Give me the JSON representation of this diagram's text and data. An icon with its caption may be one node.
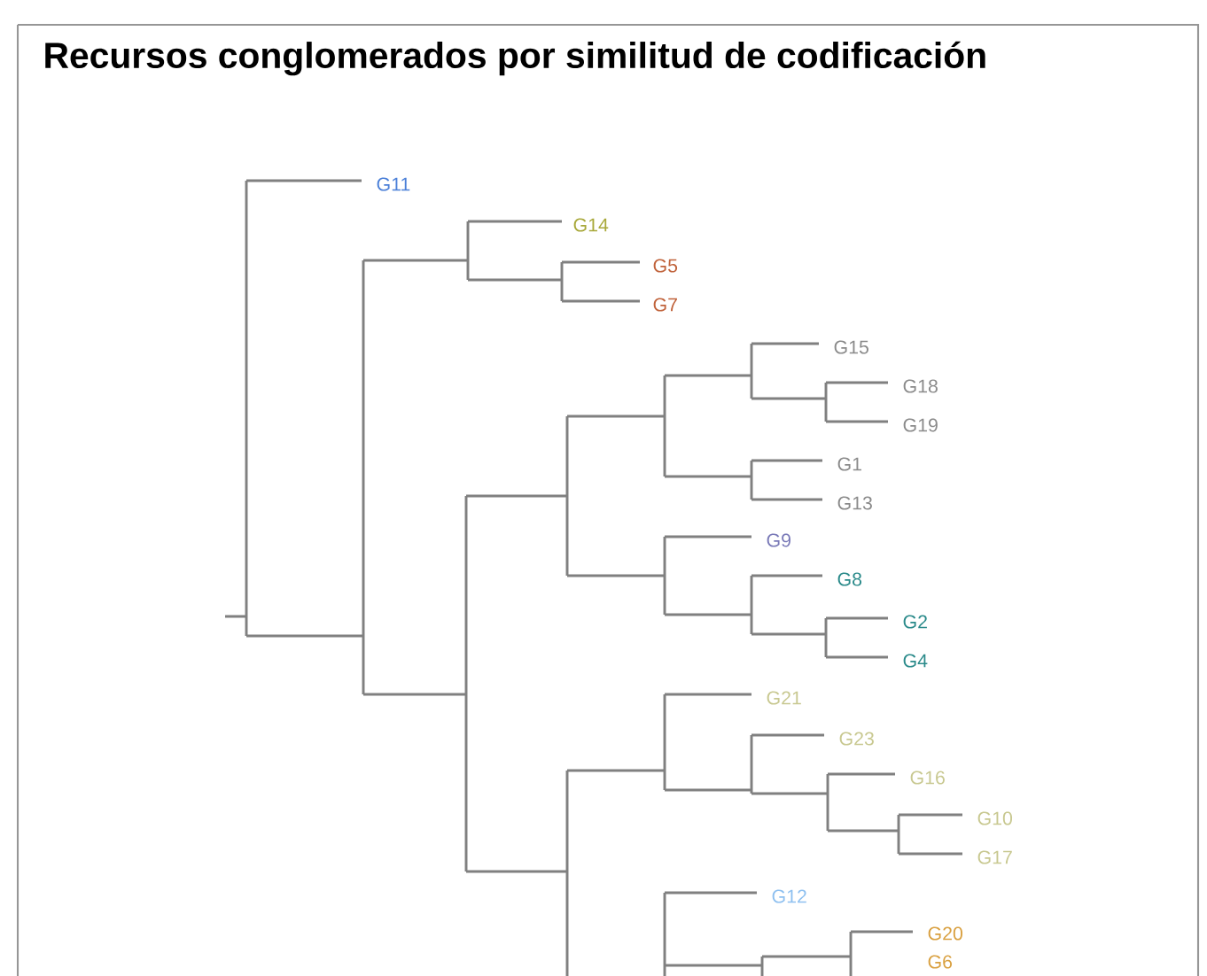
{
  "diagram": {
    "title": "Recursos conglomerados por similitud de codificación",
    "labels": [
      "G11",
      "G14",
      "G5",
      "G7",
      "G15",
      "G18",
      "G19",
      "G1",
      "G13",
      "G9",
      "G8",
      "G2",
      "G4",
      "G21",
      "G23",
      "G16",
      "G10",
      "G17",
      "G12",
      "G20",
      "G6"
    ]
  }
}
